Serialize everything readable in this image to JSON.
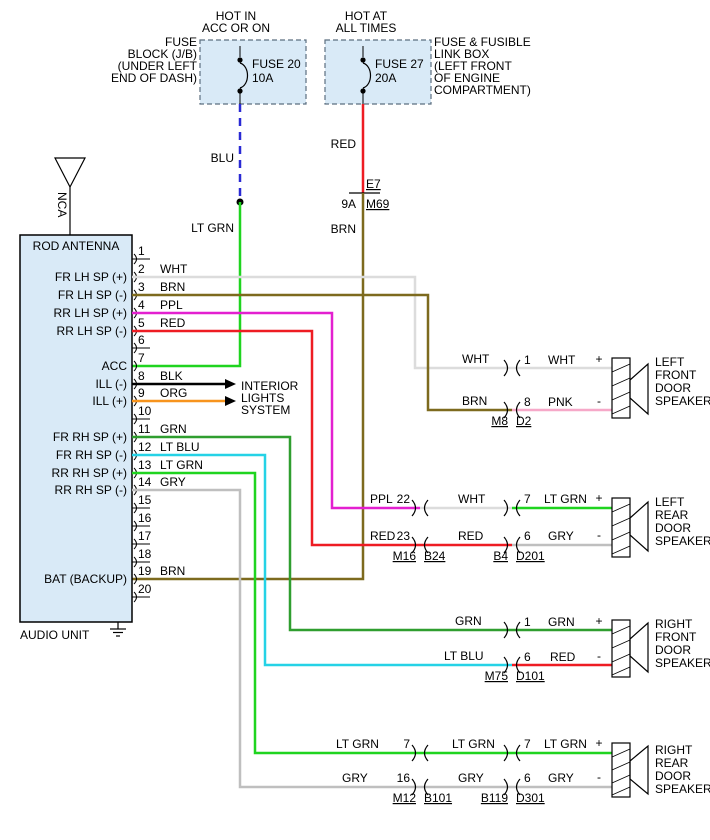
{
  "colors": {
    "panel": "#d9eaf7",
    "wht": "#dcdcdc",
    "brn": "#7d6a1e",
    "ppl": "#e320d0",
    "red": "#ee1c23",
    "lt_grn": "#1fd41f",
    "grn": "#2f9e2f",
    "lt_blu": "#25d2e6",
    "gry": "#bfbfbf",
    "pnk": "#f6a8c8",
    "org": "#f7941d",
    "blk": "#000000",
    "blu": "#2a2ad4"
  },
  "power_left": {
    "hot": [
      "HOT IN",
      "ACC OR ON"
    ],
    "block": [
      "FUSE",
      "BLOCK (J/B)",
      "(UNDER LEFT",
      "END OF DASH)"
    ],
    "fuse_name": "FUSE 20",
    "fuse_rating": "10A",
    "wire_a": "BLU",
    "wire_b": "LT GRN"
  },
  "power_right": {
    "hot": [
      "HOT AT",
      "ALL TIMES"
    ],
    "block": [
      "FUSE & FUSIBLE",
      "LINK BOX",
      "(LEFT FRONT",
      "OF ENGINE",
      "COMPARTMENT)"
    ],
    "fuse_name": "FUSE 27",
    "fuse_rating": "20A",
    "wire_a": "RED",
    "grid": "E7",
    "pin": "9A",
    "connector": "M69",
    "wire_b": "BRN"
  },
  "unit": {
    "antenna": "NCA",
    "header": "ROD ANTENNA",
    "footer": "AUDIO UNIT",
    "pins": [
      {
        "n": "1",
        "wire": "",
        "label": ""
      },
      {
        "n": "2",
        "wire": "WHT",
        "label": "FR LH SP (+)"
      },
      {
        "n": "3",
        "wire": "BRN",
        "label": "FR LH SP (-)"
      },
      {
        "n": "4",
        "wire": "PPL",
        "label": "RR LH SP (+)"
      },
      {
        "n": "5",
        "wire": "RED",
        "label": "RR LH SP (-)"
      },
      {
        "n": "6",
        "wire": "",
        "label": ""
      },
      {
        "n": "7",
        "wire": "",
        "label": "ACC"
      },
      {
        "n": "8",
        "wire": "BLK",
        "label": "ILL (-)"
      },
      {
        "n": "9",
        "wire": "ORG",
        "label": "ILL (+)"
      },
      {
        "n": "10",
        "wire": "",
        "label": ""
      },
      {
        "n": "11",
        "wire": "GRN",
        "label": "FR RH SP (+)"
      },
      {
        "n": "12",
        "wire": "LT BLU",
        "label": "FR RH SP (-)"
      },
      {
        "n": "13",
        "wire": "LT GRN",
        "label": "RR RH SP (+)"
      },
      {
        "n": "14",
        "wire": "GRY",
        "label": "RR RH SP (-)"
      },
      {
        "n": "15",
        "wire": "",
        "label": ""
      },
      {
        "n": "16",
        "wire": "",
        "label": ""
      },
      {
        "n": "17",
        "wire": "",
        "label": ""
      },
      {
        "n": "18",
        "wire": "",
        "label": ""
      },
      {
        "n": "19",
        "wire": "BRN",
        "label": "BAT (BACKUP)"
      },
      {
        "n": "20",
        "wire": "",
        "label": ""
      }
    ]
  },
  "interior_lights": [
    "INTERIOR",
    "LIGHTS",
    "SYSTEM"
  ],
  "speakers": {
    "lf": {
      "name": [
        "LEFT",
        "FRONT",
        "DOOR",
        "SPEAKER"
      ],
      "pos": {
        "w1": "WHT",
        "pin": "1",
        "w2": "WHT",
        "pol": "+"
      },
      "neg": {
        "w1": "BRN",
        "cl": "M8",
        "cr": "D2",
        "pin": "8",
        "w2": "PNK",
        "pol": "-"
      }
    },
    "lr": {
      "name": [
        "LEFT",
        "REAR",
        "DOOR",
        "SPEAKER"
      ],
      "pos": {
        "w0": "PPL",
        "pin0": "22",
        "w1": "WHT",
        "pin": "7",
        "w2": "LT GRN",
        "pol": "+"
      },
      "neg": {
        "w0": "RED",
        "pin0": "23",
        "c1l": "M16",
        "c1r": "B24",
        "w1": "RED",
        "c2l": "B4",
        "c2r": "D201",
        "pin": "6",
        "w2": "GRY",
        "pol": "-"
      }
    },
    "rf": {
      "name": [
        "RIGHT",
        "FRONT",
        "DOOR",
        "SPEAKER"
      ],
      "pos": {
        "w1": "GRN",
        "pin": "1",
        "w2": "GRN",
        "pol": "+"
      },
      "neg": {
        "w1": "LT BLU",
        "cl": "M75",
        "cr": "D101",
        "pin": "6",
        "w2": "RED",
        "pol": "-"
      }
    },
    "rr": {
      "name": [
        "RIGHT",
        "REAR",
        "DOOR",
        "SPEAKER"
      ],
      "pos": {
        "w0": "LT GRN",
        "pin0": "7",
        "w1": "LT GRN",
        "pin": "7",
        "w2": "LT GRN",
        "pol": "+"
      },
      "neg": {
        "w0": "GRY",
        "pin0": "16",
        "c1l": "M12",
        "c1r": "B101",
        "w1": "GRY",
        "c2l": "B119",
        "c2r": "D301",
        "pin": "6",
        "w2": "GRY",
        "pol": "-"
      }
    }
  }
}
